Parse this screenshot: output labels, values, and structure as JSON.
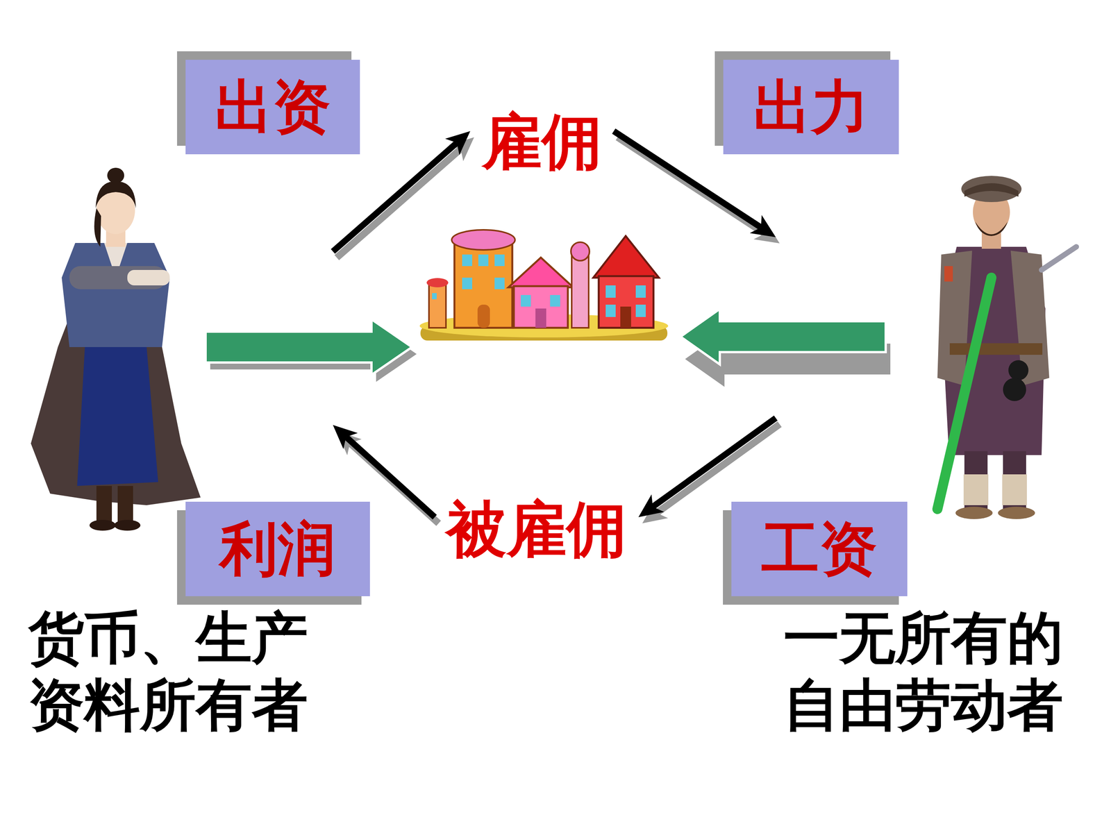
{
  "diagram": {
    "nodes": [
      {
        "text": [
          "出资"
        ]
      },
      {
        "text": [
          "雇佣"
        ]
      },
      {
        "text": [
          "出力"
        ]
      },
      {
        "text": [
          "被雇佣"
        ]
      },
      {
        "text": [
          "利润"
        ]
      },
      {
        "text": [
          "工资"
        ]
      },
      {
        "text": [
          "货币、生产 资料所有者"
        ]
      },
      {
        "text": [
          "一无所有的 自由劳动者"
        ]
      }
    ],
    "edges": [
      {
        "from": 6,
        "to": 1,
        "arrow": "to"
      },
      {
        "from": 1,
        "to": 7,
        "arrow": "to"
      },
      {
        "from": 7,
        "to": 3,
        "arrow": "to"
      },
      {
        "from": 3,
        "to": 6,
        "arrow": "to"
      }
    ]
  }
}
